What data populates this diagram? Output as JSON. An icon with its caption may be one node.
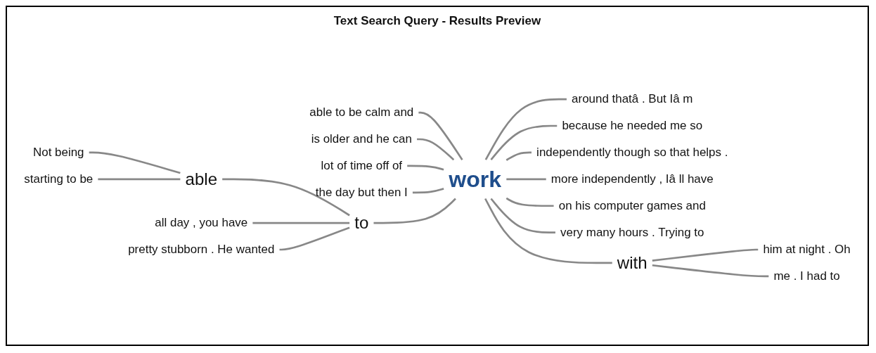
{
  "diagram": {
    "title": "Text Search Query - Results Preview",
    "nodes": [
      {
        "text": [
          "able to be calm and"
        ]
      },
      {
        "text": [
          "is older and he can"
        ]
      },
      {
        "text": [
          "lot of time off of"
        ]
      },
      {
        "text": [
          "the day but then I"
        ]
      },
      {
        "text": [
          "Not being"
        ]
      },
      {
        "text": [
          "able"
        ]
      },
      {
        "text": [
          "starting to be"
        ]
      },
      {
        "text": [
          "to"
        ]
      },
      {
        "text": [
          "all day , you have"
        ]
      },
      {
        "text": [
          "pretty stubborn . He wanted"
        ]
      },
      {
        "text": [
          "work"
        ]
      },
      {
        "text": [
          "around thatâ . But Iâ m"
        ]
      },
      {
        "text": [
          "because he needed me so"
        ]
      },
      {
        "text": [
          "independently though so that helps ."
        ]
      },
      {
        "text": [
          "more independently , Iâ ll have"
        ]
      },
      {
        "text": [
          "on his computer games and"
        ]
      },
      {
        "text": [
          "very many hours . Trying to"
        ]
      },
      {
        "text": [
          "with"
        ]
      },
      {
        "text": [
          "him at night . Oh"
        ]
      },
      {
        "text": [
          "me . I had to"
        ]
      }
    ],
    "edges": [
      {
        "from": 0,
        "to": 10,
        "arrow": "none"
      },
      {
        "from": 1,
        "to": 10,
        "arrow": "none"
      },
      {
        "from": 2,
        "to": 10,
        "arrow": "none"
      },
      {
        "from": 3,
        "to": 10,
        "arrow": "none"
      },
      {
        "from": 4,
        "to": 5,
        "arrow": "none"
      },
      {
        "from": 6,
        "to": 5,
        "arrow": "none"
      },
      {
        "from": 5,
        "to": 7,
        "arrow": "none"
      },
      {
        "from": 8,
        "to": 7,
        "arrow": "none"
      },
      {
        "from": 9,
        "to": 7,
        "arrow": "none"
      },
      {
        "from": 7,
        "to": 10,
        "arrow": "none"
      },
      {
        "from": 10,
        "to": 11,
        "arrow": "none"
      },
      {
        "from": 10,
        "to": 12,
        "arrow": "none"
      },
      {
        "from": 10,
        "to": 13,
        "arrow": "none"
      },
      {
        "from": 10,
        "to": 14,
        "arrow": "none"
      },
      {
        "from": 10,
        "to": 15,
        "arrow": "none"
      },
      {
        "from": 10,
        "to": 16,
        "arrow": "none"
      },
      {
        "from": 10,
        "to": 17,
        "arrow": "none"
      },
      {
        "from": 17,
        "to": 18,
        "arrow": "none"
      },
      {
        "from": 17,
        "to": 19,
        "arrow": "none"
      }
    ]
  }
}
